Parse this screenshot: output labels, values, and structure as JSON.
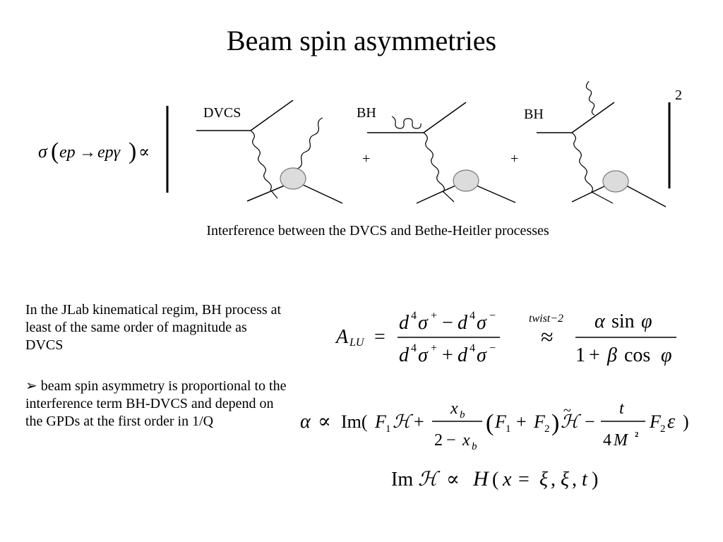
{
  "slide": {
    "title": "Beam spin asymmetries",
    "caption": "Interference between the DVCS and Bethe-Heitler processes"
  },
  "diagrams": {
    "label_dvcs": "DVCS",
    "label_bh1": "BH",
    "label_bh2": "BH",
    "plus1": "+",
    "plus2": "+",
    "exponent": "2"
  },
  "equations": {
    "cross_section": "σ(ep → epγ) ∝",
    "twist_label": "twist−2",
    "approx": "≈"
  },
  "text": {
    "para1": "In the JLab kinematical regim, BH process at least of the same order of magnitude as DVCS",
    "bullet_glyph": "➢",
    "para2": "beam spin asymmetry is proportional to the interference term BH-DVCS and depend on the GPDs at the first order in 1/Q"
  }
}
